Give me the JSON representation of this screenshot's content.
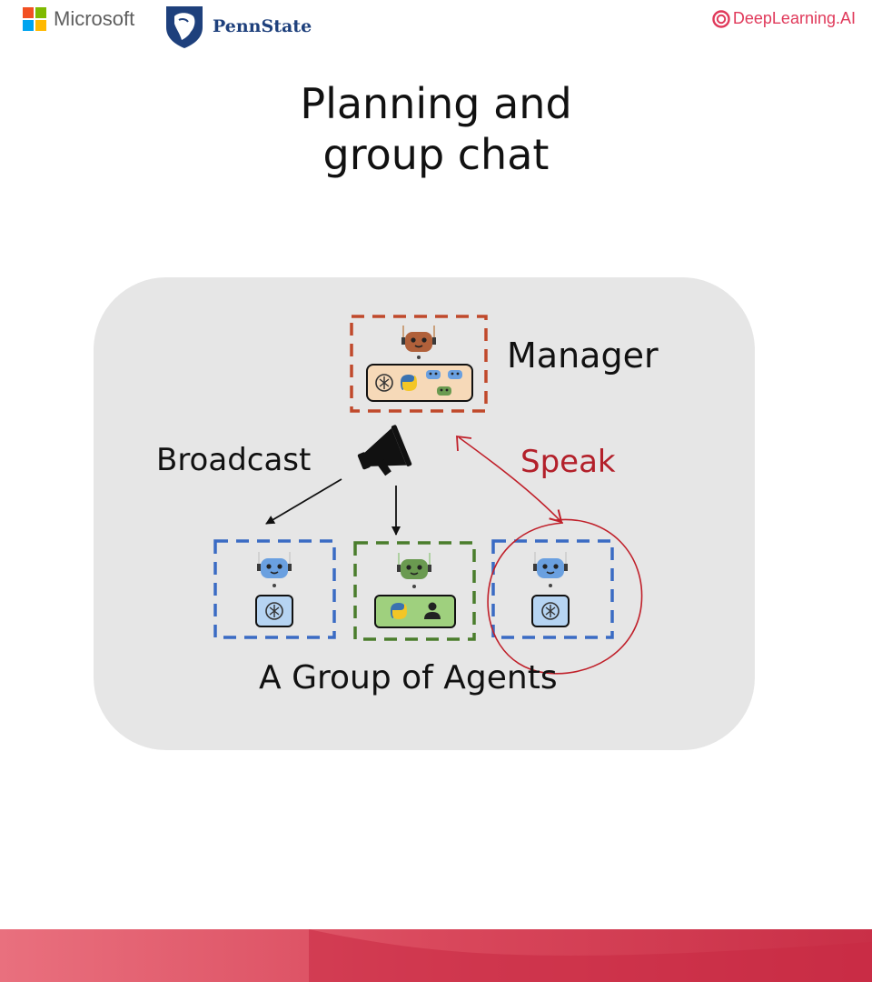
{
  "header": {
    "microsoft_label": "Microsoft",
    "pennstate_label": "PennState",
    "deeplearning_label": "DeepLearning.AI",
    "colors": {
      "ms_red": "#f25022",
      "ms_green": "#7fba00",
      "ms_blue": "#00a4ef",
      "ms_yellow": "#ffb900",
      "psu_blue": "#1e407c",
      "dl_red": "#e0395a"
    }
  },
  "slide": {
    "title_line1": "Planning and",
    "title_line2": "group chat"
  },
  "diagram": {
    "manager_label": "Manager",
    "broadcast_label": "Broadcast",
    "speak_label": "Speak",
    "group_label": "A Group of Agents",
    "colors": {
      "panel": "#e6e6e6",
      "manager_border": "#c0492b",
      "agent_blue_border": "#3a6bc4",
      "agent_green_border": "#4a7d2c",
      "speak_red": "#c0202a",
      "robot_brown": "#b0603a",
      "robot_blue": "#6aa0e0",
      "robot_green": "#6a9a50"
    },
    "icons": [
      "robot-icon",
      "openai-icon",
      "python-icon",
      "megaphone-icon",
      "person-icon"
    ]
  }
}
